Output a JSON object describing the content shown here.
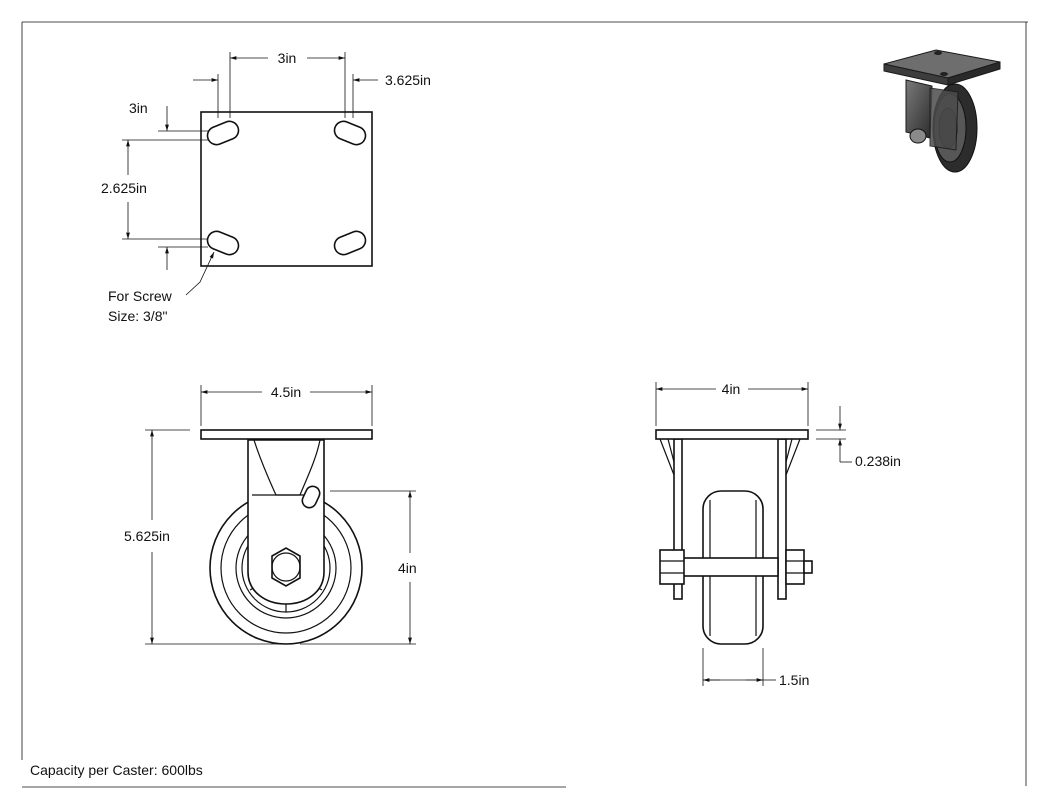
{
  "top_view": {
    "dim_hole_spacing_x": "3in",
    "dim_plate_width": "3.625in",
    "dim_hole_offset": "3in",
    "dim_hole_spacing_y": "2.625in",
    "screw_note_line1": "For Screw",
    "screw_note_line2": "Size: 3/8\""
  },
  "side_view": {
    "dim_plate_width": "4.5in",
    "dim_overall_height": "5.625in",
    "dim_wheel_diameter": "4in"
  },
  "front_view": {
    "dim_plate_depth": "4in",
    "dim_plate_thickness": "0.238in",
    "dim_wheel_width": "1.5in"
  },
  "capacity": "Capacity per Caster: 600lbs"
}
